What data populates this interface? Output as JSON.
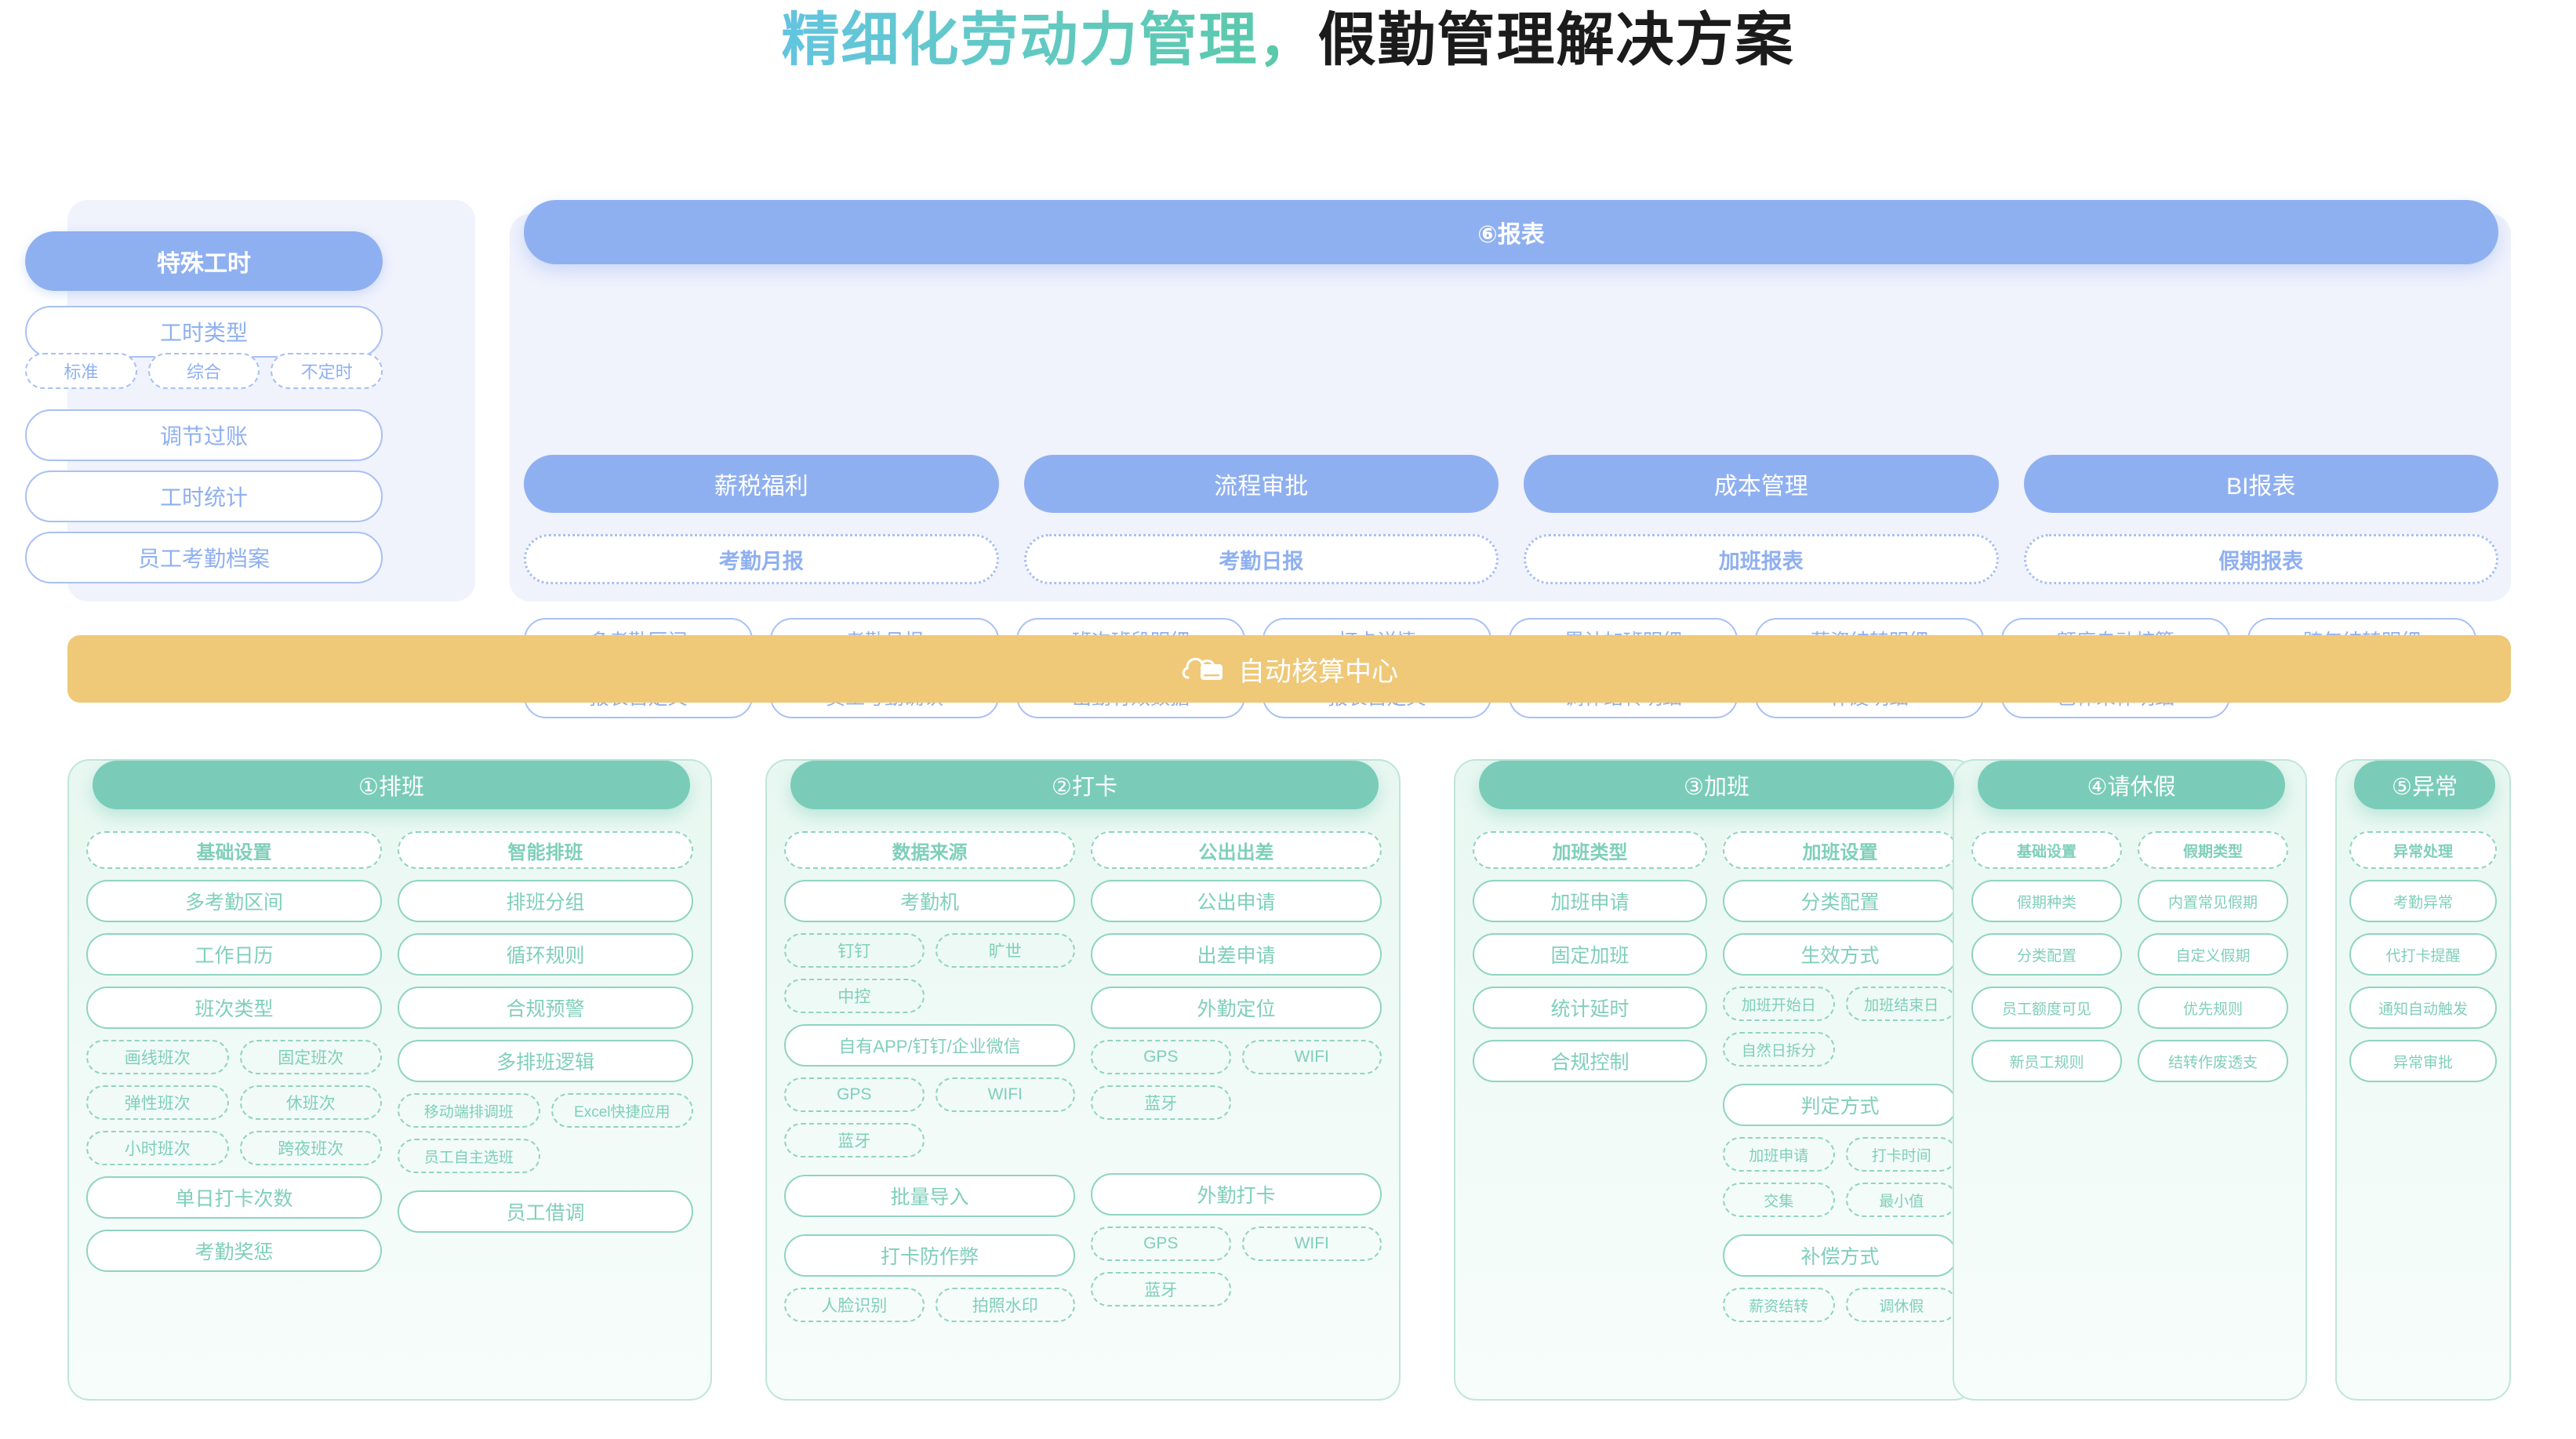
{
  "title": {
    "accent_text": "精细化劳动力管理，",
    "dark_text": "假勤管理解决方案",
    "accent_color": "#5EC6CE",
    "dark_color": "#1B1B1B"
  },
  "special_hours": {
    "header": "特殊工时",
    "items": [
      {
        "label": "工时类型",
        "type": "solid"
      },
      {
        "label": "调节过账",
        "type": "solid"
      },
      {
        "label": "工时统计",
        "type": "solid"
      },
      {
        "label": "员工考勤档案",
        "type": "solid"
      }
    ],
    "tags": [
      "标准",
      "综合",
      "不定时"
    ],
    "accent_color": "#8FB0F0",
    "panel_color": "#F0F2FC"
  },
  "report": {
    "header": "⑥报表",
    "categories": [
      "薪税福利",
      "流程审批",
      "成本管理",
      "BI报表"
    ],
    "subheaders": [
      "考勤月报",
      "考勤日报",
      "加班报表",
      "假期报表"
    ],
    "grid_rows": [
      [
        "多考勤区间",
        "考勤月报",
        "班次班段明细",
        "打卡详情",
        "累计加班明细",
        "薪资结转明细",
        "额度自动核算",
        "跨年结转明细"
      ],
      [
        "报表自定义",
        "员工考勤确认",
        "出勤有效数据",
        "报表自定义",
        "调休结转明细",
        "作废明细",
        "已休未休明细",
        ""
      ]
    ],
    "accent_color": "#8FB0F0"
  },
  "auto_center": {
    "label": "自动核算中心",
    "icon": "cloud-server-icon",
    "color": "#EFC878"
  },
  "columns": [
    {
      "id": "scheduling",
      "header": "①排班",
      "left": {
        "heading": "基础设置",
        "blocks": [
          {
            "kind": "solid",
            "label": "多考勤区间"
          },
          {
            "kind": "solid",
            "label": "工作日历"
          },
          {
            "kind": "solid",
            "label": "班次类型"
          },
          {
            "kind": "dashed-pair",
            "labels": [
              "画线班次",
              "固定班次"
            ]
          },
          {
            "kind": "dashed-pair",
            "labels": [
              "弹性班次",
              "休班次"
            ]
          },
          {
            "kind": "dashed-pair",
            "labels": [
              "小时班次",
              "跨夜班次"
            ]
          },
          {
            "kind": "solid",
            "label": "单日打卡次数"
          },
          {
            "kind": "solid",
            "label": "考勤奖惩"
          }
        ]
      },
      "right": {
        "heading": "智能排班",
        "blocks": [
          {
            "kind": "solid",
            "label": "排班分组"
          },
          {
            "kind": "solid",
            "label": "循环规则"
          },
          {
            "kind": "solid",
            "label": "合规预警"
          },
          {
            "kind": "solid",
            "label": "多排班逻辑"
          },
          {
            "kind": "dashed-pair",
            "labels": [
              "移动端排调班",
              "Excel快捷应用"
            ]
          },
          {
            "kind": "dashed-one",
            "labels": [
              "员工自主选班"
            ]
          },
          {
            "kind": "solid",
            "label": "员工借调"
          }
        ]
      }
    },
    {
      "id": "clockin",
      "header": "②打卡",
      "left": {
        "heading": "数据来源",
        "blocks": [
          {
            "kind": "solid",
            "label": "考勤机"
          },
          {
            "kind": "dashed-pair",
            "labels": [
              "钉钉",
              "旷世"
            ]
          },
          {
            "kind": "dashed-one",
            "labels": [
              "中控"
            ]
          },
          {
            "kind": "solid",
            "label": "自有APP/钉钉/企业微信"
          },
          {
            "kind": "dashed-pair",
            "labels": [
              "GPS",
              "WIFI"
            ]
          },
          {
            "kind": "dashed-one",
            "labels": [
              "蓝牙"
            ]
          },
          {
            "kind": "solid",
            "label": "批量导入"
          },
          {
            "kind": "solid",
            "label": "打卡防作弊"
          },
          {
            "kind": "dashed-pair",
            "labels": [
              "人脸识别",
              "拍照水印"
            ]
          }
        ]
      },
      "right": {
        "heading": "公出出差",
        "blocks": [
          {
            "kind": "solid",
            "label": "公出申请"
          },
          {
            "kind": "solid",
            "label": "出差申请"
          },
          {
            "kind": "solid",
            "label": "外勤定位"
          },
          {
            "kind": "dashed-pair",
            "labels": [
              "GPS",
              "WIFI"
            ]
          },
          {
            "kind": "dashed-one",
            "labels": [
              "蓝牙"
            ]
          },
          {
            "kind": "solid",
            "label": "外勤打卡"
          },
          {
            "kind": "dashed-pair",
            "labels": [
              "GPS",
              "WIFI"
            ]
          },
          {
            "kind": "dashed-one",
            "labels": [
              "蓝牙"
            ]
          }
        ]
      }
    },
    {
      "id": "overtime",
      "header": "③加班",
      "left": {
        "heading": "加班类型",
        "blocks": [
          {
            "kind": "solid",
            "label": "加班申请"
          },
          {
            "kind": "solid",
            "label": "固定加班"
          },
          {
            "kind": "solid",
            "label": "统计延时"
          },
          {
            "kind": "solid",
            "label": "合规控制"
          }
        ]
      },
      "right": {
        "heading": "加班设置",
        "blocks": [
          {
            "kind": "solid",
            "label": "分类配置"
          },
          {
            "kind": "solid",
            "label": "生效方式"
          },
          {
            "kind": "dashed-pair",
            "labels": [
              "加班开始日",
              "加班结束日"
            ]
          },
          {
            "kind": "dashed-one",
            "labels": [
              "自然日拆分"
            ]
          },
          {
            "kind": "solid",
            "label": "判定方式"
          },
          {
            "kind": "dashed-pair",
            "labels": [
              "加班申请",
              "打卡时间"
            ]
          },
          {
            "kind": "dashed-pair",
            "labels": [
              "交集",
              "最小值"
            ]
          },
          {
            "kind": "solid",
            "label": "补偿方式"
          },
          {
            "kind": "dashed-pair",
            "labels": [
              "薪资结转",
              "调休假"
            ]
          }
        ]
      }
    },
    {
      "id": "leave",
      "header": "④请休假",
      "left": {
        "heading": "基础设置",
        "blocks": [
          {
            "kind": "solid",
            "label": "假期种类"
          },
          {
            "kind": "solid",
            "label": "分类配置"
          },
          {
            "kind": "solid",
            "label": "员工额度可见"
          },
          {
            "kind": "solid",
            "label": "新员工规则"
          }
        ]
      },
      "right": {
        "heading": "假期类型",
        "blocks": [
          {
            "kind": "solid",
            "label": "内置常见假期"
          },
          {
            "kind": "solid",
            "label": "自定义假期"
          },
          {
            "kind": "solid",
            "label": "优先规则"
          },
          {
            "kind": "solid",
            "label": "结转作废透支"
          }
        ]
      }
    },
    {
      "id": "exception",
      "header": "⑤异常",
      "left": {
        "heading": "异常处理",
        "blocks": [
          {
            "kind": "solid",
            "label": "考勤异常"
          },
          {
            "kind": "solid",
            "label": "代打卡提醒"
          },
          {
            "kind": "solid",
            "label": "通知自动触发"
          },
          {
            "kind": "solid",
            "label": "异常审批"
          }
        ]
      },
      "right": null
    }
  ]
}
